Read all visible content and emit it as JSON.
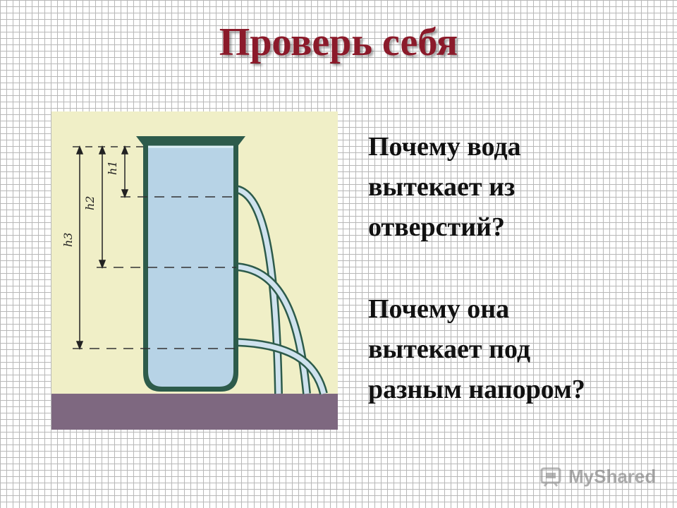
{
  "title": "Проверь себя",
  "questions": [
    "Почему вода\nвытекает из\nотверстий?",
    "Почему она\nвытекает под\nразным напором?"
  ],
  "diagram": {
    "labels": [
      "h1",
      "h2",
      "h3"
    ],
    "colors": {
      "background": "#f0efc7",
      "water": "#b7d3e6",
      "vessel": "#2d5b4b",
      "ground": "#7e6880"
    }
  },
  "watermark": "MyShared"
}
